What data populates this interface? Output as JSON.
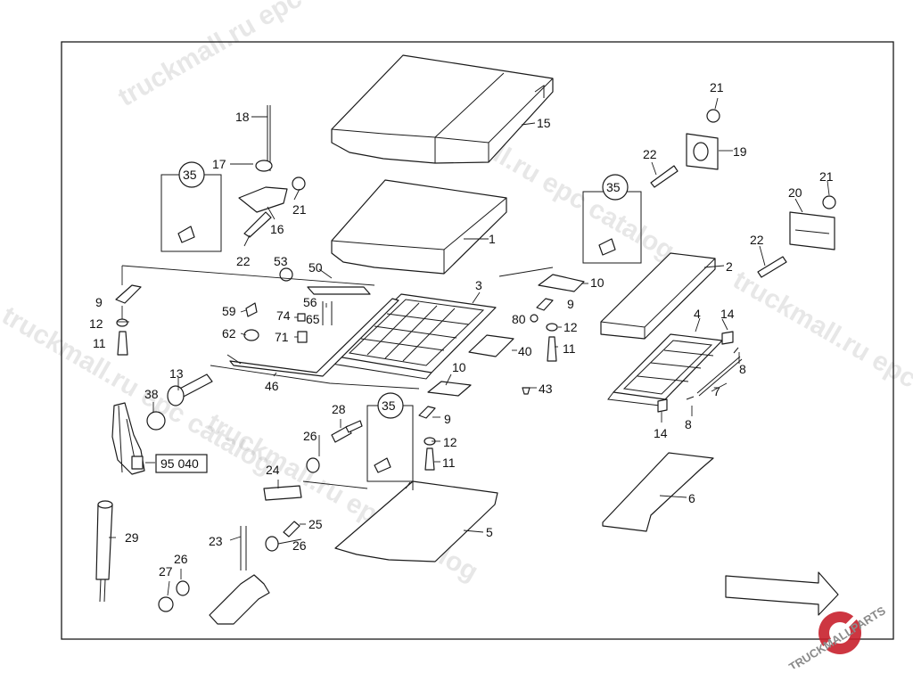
{
  "diagram": {
    "part_numbers": [
      "1",
      "2",
      "3",
      "4",
      "5",
      "6",
      "7",
      "8",
      "9",
      "10",
      "11",
      "12",
      "13",
      "14",
      "15",
      "16",
      "17",
      "18",
      "19",
      "20",
      "21",
      "22",
      "23",
      "24",
      "25",
      "26",
      "27",
      "28",
      "29",
      "35",
      "38",
      "40",
      "43",
      "46",
      "50",
      "53",
      "56",
      "59",
      "62",
      "65",
      "71",
      "74",
      "80"
    ],
    "reference_box": "95 040",
    "watermarks": [
      "truckmall.ru epc catalog",
      "truckmall.ru epc catalog",
      "truckmall.ru epc catalog",
      "truckmall.ru epc catalog",
      "truckmall.ru epc catalog"
    ],
    "logo_text": "TRUCKMALLPARTS",
    "colors": {
      "line": "#1a1a1a",
      "watermark": "#b9b9b9",
      "logo_red": "#c8202c",
      "logo_gray": "#8a8a8a"
    }
  }
}
